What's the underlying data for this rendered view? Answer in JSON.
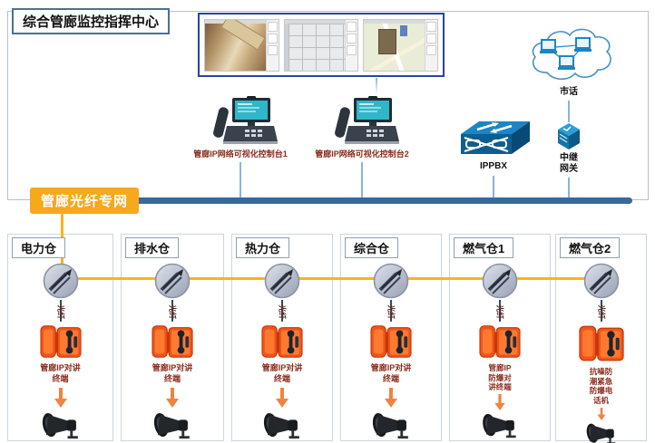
{
  "title": "综合管廊监控指挥中心",
  "fiber_network_label": "管廊光纤专网",
  "command_center": {
    "console1_label": "管廊IP网络可视化控制台1",
    "console2_label": "管廊IP网络可视化控制台2",
    "ippbx_label": "IPPBX",
    "gateway_label": "中继\n网关",
    "city_phone_label": "市话"
  },
  "colors": {
    "fiber_yellow": "#fcb31c",
    "badge_orange": "#f7a81b",
    "backbone_teal": "#38699b",
    "label_dark_red": "#8a2c1c",
    "device_blue": "#1b86c4",
    "phone_orange": "#f4531a"
  },
  "sections": [
    {
      "name": "电力仓",
      "fiber": "光纤",
      "terminal": "管廊IP对讲\n终端"
    },
    {
      "name": "排水仓",
      "fiber": "光纤",
      "terminal": "管廊IP对讲\n终端"
    },
    {
      "name": "热力仓",
      "fiber": "光纤",
      "terminal": "管廊IP对讲\n终端"
    },
    {
      "name": "综合仓",
      "fiber": "光纤",
      "terminal": "管廊IP对讲\n终端"
    },
    {
      "name": "燃气仓1",
      "fiber": "光纤",
      "terminal": "管廊IP\n防爆对\n讲终端"
    },
    {
      "name": "燃气仓2",
      "fiber": "光纤",
      "terminal": "抗噪防\n潮紧急\n防爆电\n话机"
    }
  ]
}
